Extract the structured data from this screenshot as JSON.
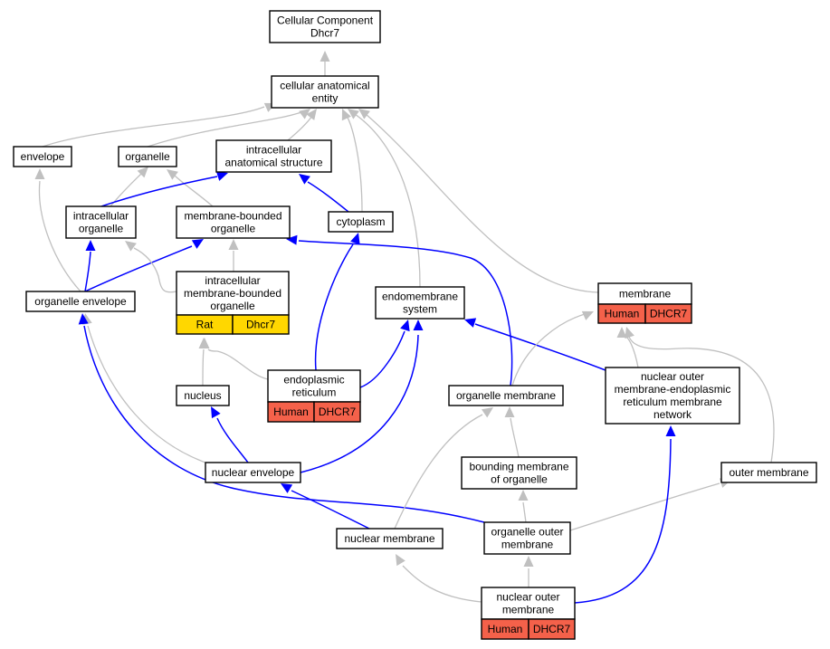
{
  "colors": {
    "human": "#f4614a",
    "rat": "#ffd700",
    "is_a_edge": "#c0c0c0",
    "part_of_edge": "#0000ff"
  },
  "nodes": {
    "root": {
      "lines": [
        "Cellular Component",
        "Dhcr7"
      ]
    },
    "cae": {
      "lines": [
        "cellular anatomical",
        "entity"
      ]
    },
    "envelope": {
      "lines": [
        "envelope"
      ]
    },
    "organelle": {
      "lines": [
        "organelle"
      ]
    },
    "ias": {
      "lines": [
        "intracellular",
        "anatomical structure"
      ]
    },
    "io": {
      "lines": [
        "intracellular",
        "organelle"
      ]
    },
    "mbo": {
      "lines": [
        "membrane-bounded",
        "organelle"
      ]
    },
    "cyto": {
      "lines": [
        "cytoplasm"
      ]
    },
    "orgenv": {
      "lines": [
        "organelle envelope"
      ]
    },
    "imbo": {
      "lines": [
        "intracellular",
        "membrane-bounded",
        "organelle"
      ],
      "badge": [
        "Rat",
        "Dhcr7"
      ]
    },
    "endosys": {
      "lines": [
        "endomembrane",
        "system"
      ]
    },
    "membrane": {
      "lines": [
        "membrane"
      ],
      "badge": [
        "Human",
        "DHCR7"
      ]
    },
    "er": {
      "lines": [
        "endoplasmic",
        "reticulum"
      ],
      "badge": [
        "Human",
        "DHCR7"
      ]
    },
    "nucleus": {
      "lines": [
        "nucleus"
      ]
    },
    "orgmem": {
      "lines": [
        "organelle membrane"
      ]
    },
    "nomern": {
      "lines": [
        "nuclear outer",
        "membrane-endoplasmic",
        "reticulum membrane",
        "network"
      ]
    },
    "bmo": {
      "lines": [
        "bounding membrane",
        "of organelle"
      ]
    },
    "outermem": {
      "lines": [
        "outer membrane"
      ]
    },
    "nucenv": {
      "lines": [
        "nuclear envelope"
      ]
    },
    "nucmem": {
      "lines": [
        "nuclear membrane"
      ]
    },
    "oom": {
      "lines": [
        "organelle outer",
        "membrane"
      ]
    },
    "nom": {
      "lines": [
        "nuclear outer",
        "membrane"
      ],
      "badge": [
        "Human",
        "DHCR7"
      ]
    }
  }
}
